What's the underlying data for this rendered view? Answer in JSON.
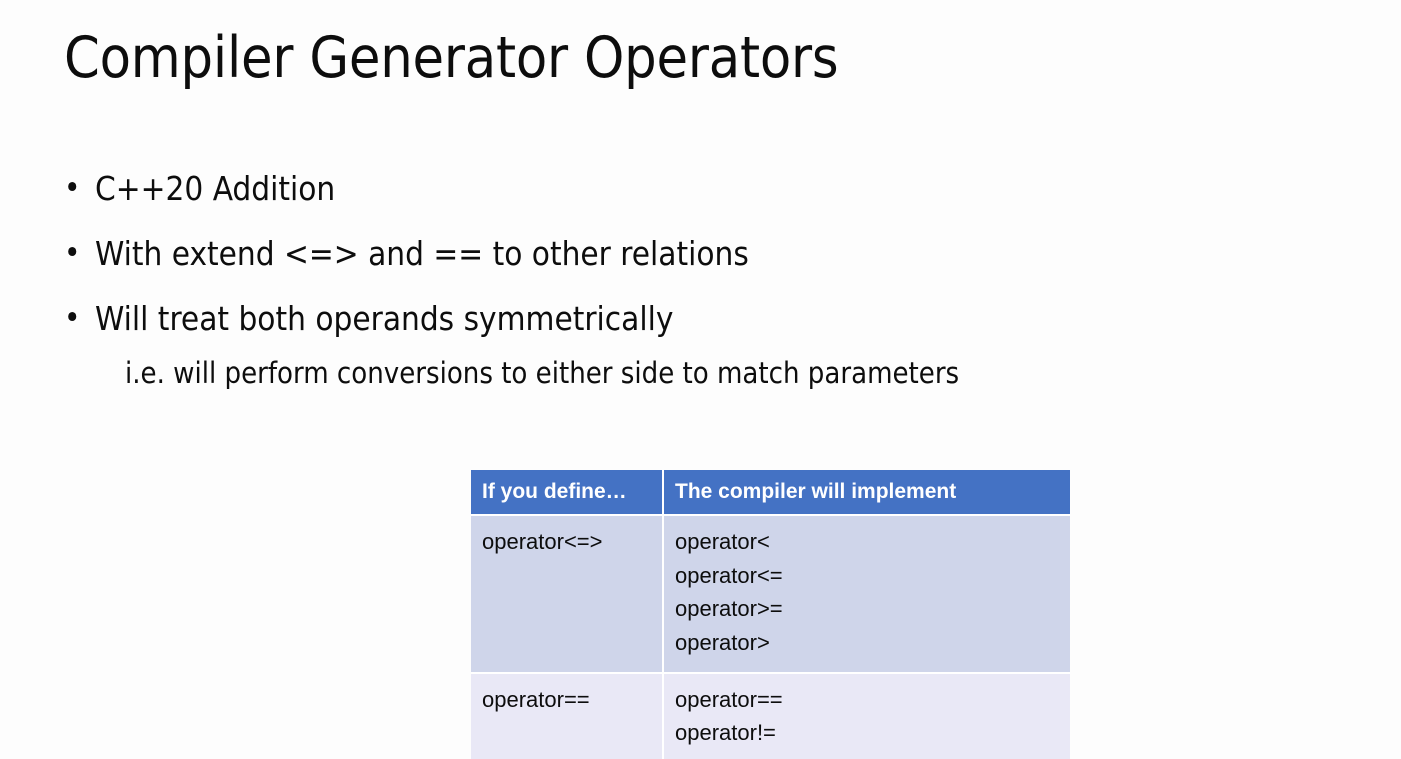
{
  "slide": {
    "title": "Compiler Generator Operators",
    "background_color": "#fdfdfd",
    "text_color": "#0d0d0d"
  },
  "bullets": [
    {
      "marker": "•",
      "text": "C++20 Addition"
    },
    {
      "marker": "•",
      "text": "With extend <=> and == to other relations"
    },
    {
      "marker": "•",
      "text": "Will treat both operands symmetrically"
    }
  ],
  "sub_bullet": {
    "text": "i.e. will perform conversions to either side to match parameters"
  },
  "table": {
    "header_color": "#4472c4",
    "header_text_color": "#ffffff",
    "row_band_a_color": "#cfd5ea",
    "row_band_b_color": "#e9e8f6",
    "columns": [
      "If you define…",
      "The compiler will implement"
    ],
    "rows": [
      {
        "define": "operator<=>",
        "implements": "operator<\noperator<=\noperator>=\noperator>"
      },
      {
        "define": "operator==",
        "implements": "operator==\noperator!="
      }
    ]
  }
}
